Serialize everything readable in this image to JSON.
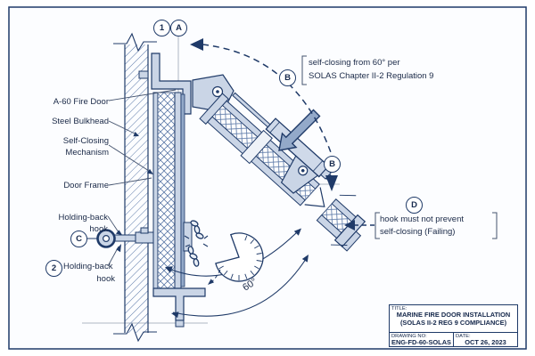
{
  "callouts": {
    "one": "1",
    "a": "A",
    "b_upper": "B",
    "b_lower": "B",
    "c": "C",
    "two": "2",
    "d": "D"
  },
  "part_labels": {
    "fire_door": "A-60 Fire Door",
    "bulkhead": "Steel Bulkhead",
    "self_closing": [
      "Self-Closing",
      "Mechanism"
    ],
    "door_frame": "Door Frame",
    "hook_upper": [
      "Holding-back",
      "hook"
    ],
    "hook_lower": [
      "Holding-back",
      "hook"
    ]
  },
  "annotations": {
    "swing_note": [
      "self-closing from 60° per",
      "SOLAS Chapter II-2 Regulation 9"
    ],
    "hook_note": [
      "hook must not prevent",
      "self-closing (Failing)"
    ],
    "angle": "60°"
  },
  "title_block": {
    "title_label": "TITLE:",
    "title_line1": "MARINE FIRE DOOR INSTALLATION",
    "title_line2": "(SOLAS II-2 REG 9 COMPLIANCE)",
    "drawing_no_label": "DRAWING NO:",
    "drawing_no": "ENG-FD-60-SOLAS",
    "date_label": "DATE:",
    "date": "OCT 26, 2023"
  },
  "colors": {
    "line": "#1f3a68",
    "fill_light": "#cad5e6",
    "fill_mid": "#93a9c9",
    "hatch": "#5d7aa8",
    "text": "#1a2947",
    "background": "#ffffff"
  }
}
